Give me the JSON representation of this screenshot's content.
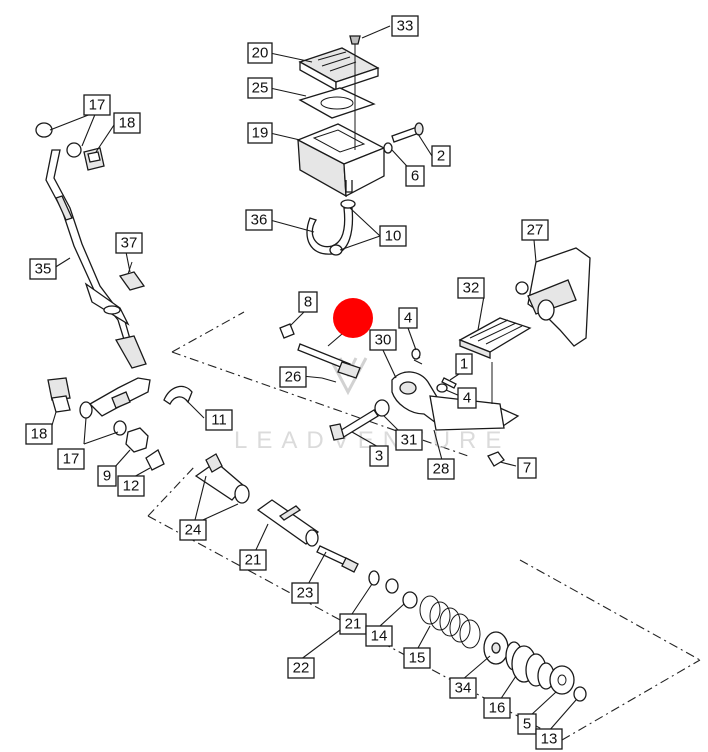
{
  "diagram": {
    "watermark": "LEADVENTURE",
    "labels": [
      "33",
      "20",
      "25",
      "19",
      "2",
      "6",
      "36",
      "10",
      "17",
      "18",
      "35",
      "37",
      "8",
      "26",
      "4",
      "1",
      "30",
      "32",
      "27",
      "18",
      "17",
      "11",
      "9",
      "12",
      "3",
      "31",
      "28",
      "7",
      "24",
      "21",
      "23",
      "21",
      "14",
      "15",
      "22",
      "34",
      "16",
      "5",
      "13"
    ],
    "marker_color": "#ff0000"
  }
}
